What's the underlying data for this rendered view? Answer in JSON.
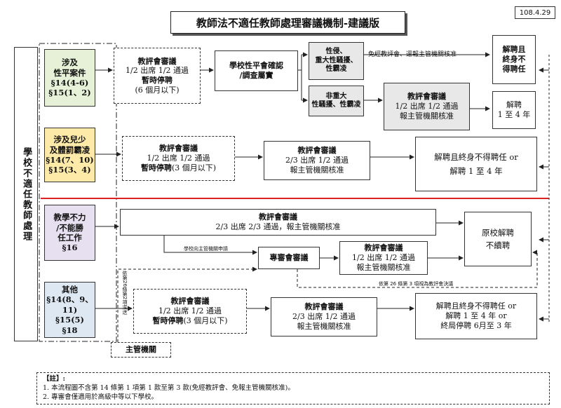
{
  "title": "教師法不適任教師處理審議機制-建議版",
  "date": "108.4.29",
  "left_label": "學校不適任教師處理",
  "categories": {
    "c1": {
      "line1": "涉及",
      "line2": "性平案件",
      "line3": "§14(4-6)",
      "line4": "§15(1、2)"
    },
    "c2": {
      "line1": "涉及兒少",
      "line2": "及體罰霸凌",
      "line3": "§14(7、10)",
      "line4": "§15(3、4)"
    },
    "c3": {
      "line1": "教學不力",
      "line2": "/不能勝",
      "line3": "任工作",
      "line4": "§16"
    },
    "c4": {
      "line1": "其他",
      "line2": "§14(8、9、11)",
      "line3": "§15(5)",
      "line4": "§18"
    }
  },
  "row1": {
    "review": {
      "title": "教評會審議",
      "vote": "1/2 出席 1/2 通過",
      "action": "暫時停聘",
      "period": "(6 個月以下)"
    },
    "school": {
      "line1": "學校性平會確認",
      "line2": "/調查屬實"
    },
    "severe": {
      "line1": "性侵、",
      "line2": "重大性騷擾、",
      "line3": "性霸凌"
    },
    "severe_note": "免經教評會、逕報主管機關核准",
    "result1": {
      "line1": "解聘且",
      "line2": "終身不",
      "line3": "得聘任"
    },
    "mild": {
      "line1": "非重大",
      "line2": "性騷擾、性霸凌"
    },
    "mild_review": {
      "title": "教評會審議",
      "vote": "1/2 出席 1/2 通過",
      "approve": "報主管機關核准"
    },
    "result2": {
      "line1": "解聘",
      "line2": "1 至 4 年"
    }
  },
  "row2": {
    "review": {
      "title": "教評會審議",
      "vote": "1/2 出席 1/2 通過",
      "action": "暫時停聘",
      "period": "(3 個月以下)"
    },
    "review2": {
      "title": "教評會審議",
      "vote": "2/3 出席 1/2 通過",
      "approve": "報主管機關核准"
    },
    "result": {
      "line1": "解聘且終身不得聘任 or",
      "line2": "解聘 1 至 4 年"
    }
  },
  "row3": {
    "review": {
      "title": "教評會審議",
      "vote": "2/3 出席 2/3 通過，報主管機關核准"
    },
    "apply_note": "學校向主管機關申請",
    "special": "專審會審議",
    "review2": {
      "title": "教評會審議",
      "vote": "1/2 出席 1/2 通過",
      "approve": "報主管機關核准"
    },
    "result": {
      "line1": "原校解聘",
      "line2": "不續聘"
    },
    "art26_note": "依第 26 條第 3 項視為教評會決議"
  },
  "row4": {
    "side_note": "依第26條第2項逕送",
    "authority": "主管機關",
    "review": {
      "title": "教評會審議",
      "vote": "1/2 出席 1/2 通過",
      "action": "暫時停聘",
      "period": "(3 個月以下)"
    },
    "review2": {
      "title": "教評會審議",
      "vote": "2/3 出席 1/2 通過",
      "approve": "報主管機關核准"
    },
    "result": {
      "line1": "解聘且終身不得聘任 or",
      "line2": "解聘 1 至 4 年 or",
      "line3": "終局停聘 6月至 3 年"
    }
  },
  "notes": {
    "header": "【註】:",
    "n1": "1. 本流程圖不含第 14 條第 1 項第 1 款至第 3 款(免經教評會、免報主管機關核准)。",
    "n2": "2. 專審會僅適用於高級中等以下學校。"
  }
}
